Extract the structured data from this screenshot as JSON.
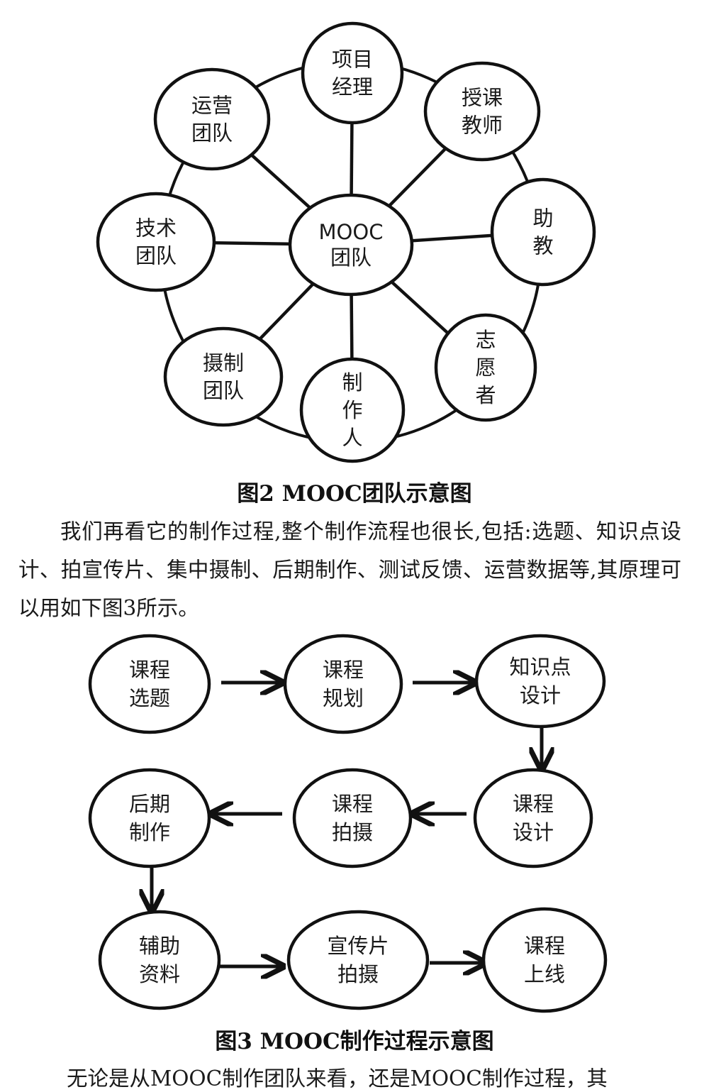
{
  "figure2": {
    "hub": [
      "MOOC",
      "团队"
    ],
    "nodes": [
      {
        "id": "project-manager",
        "lines": [
          "项目",
          "经理"
        ]
      },
      {
        "id": "teacher",
        "lines": [
          "授课",
          "教师"
        ]
      },
      {
        "id": "assistant",
        "lines": [
          "助",
          "教"
        ]
      },
      {
        "id": "volunteer",
        "lines": [
          "志",
          "愿",
          "者"
        ]
      },
      {
        "id": "producer",
        "lines": [
          "制",
          "作",
          "人"
        ]
      },
      {
        "id": "filming-team",
        "lines": [
          "摄制",
          "团队"
        ]
      },
      {
        "id": "tech-team",
        "lines": [
          "技术",
          "团队"
        ]
      },
      {
        "id": "ops-team",
        "lines": [
          "运营",
          "团队"
        ]
      }
    ],
    "caption": "图2   MOOC团队示意图"
  },
  "paragraph": "我们再看它的制作过程,整个制作流程也很长,包括:选题、知识点设计、拍宣传片、集中摄制、后期制作、测试反馈、运营数据等,其原理可以用如下图3所示。",
  "figure3": {
    "nodes": [
      {
        "id": "course-topic",
        "lines": [
          "课程",
          "选题"
        ]
      },
      {
        "id": "course-plan",
        "lines": [
          "课程",
          "规划"
        ]
      },
      {
        "id": "knowledge-design",
        "lines": [
          "知识点",
          "设计"
        ]
      },
      {
        "id": "course-design",
        "lines": [
          "课程",
          "设计"
        ]
      },
      {
        "id": "course-filming",
        "lines": [
          "课程",
          "拍摄"
        ]
      },
      {
        "id": "post-production",
        "lines": [
          "后期",
          "制作"
        ]
      },
      {
        "id": "aux-materials",
        "lines": [
          "辅助",
          "资料"
        ]
      },
      {
        "id": "promo-filming",
        "lines": [
          "宣传片",
          "拍摄"
        ]
      },
      {
        "id": "course-launch",
        "lines": [
          "课程",
          "上线"
        ]
      }
    ],
    "caption": "图3 MOOC制作过程示意图"
  },
  "cut_line": "无论是从MOOC制作团队来看，还是MOOC制作过程，其"
}
